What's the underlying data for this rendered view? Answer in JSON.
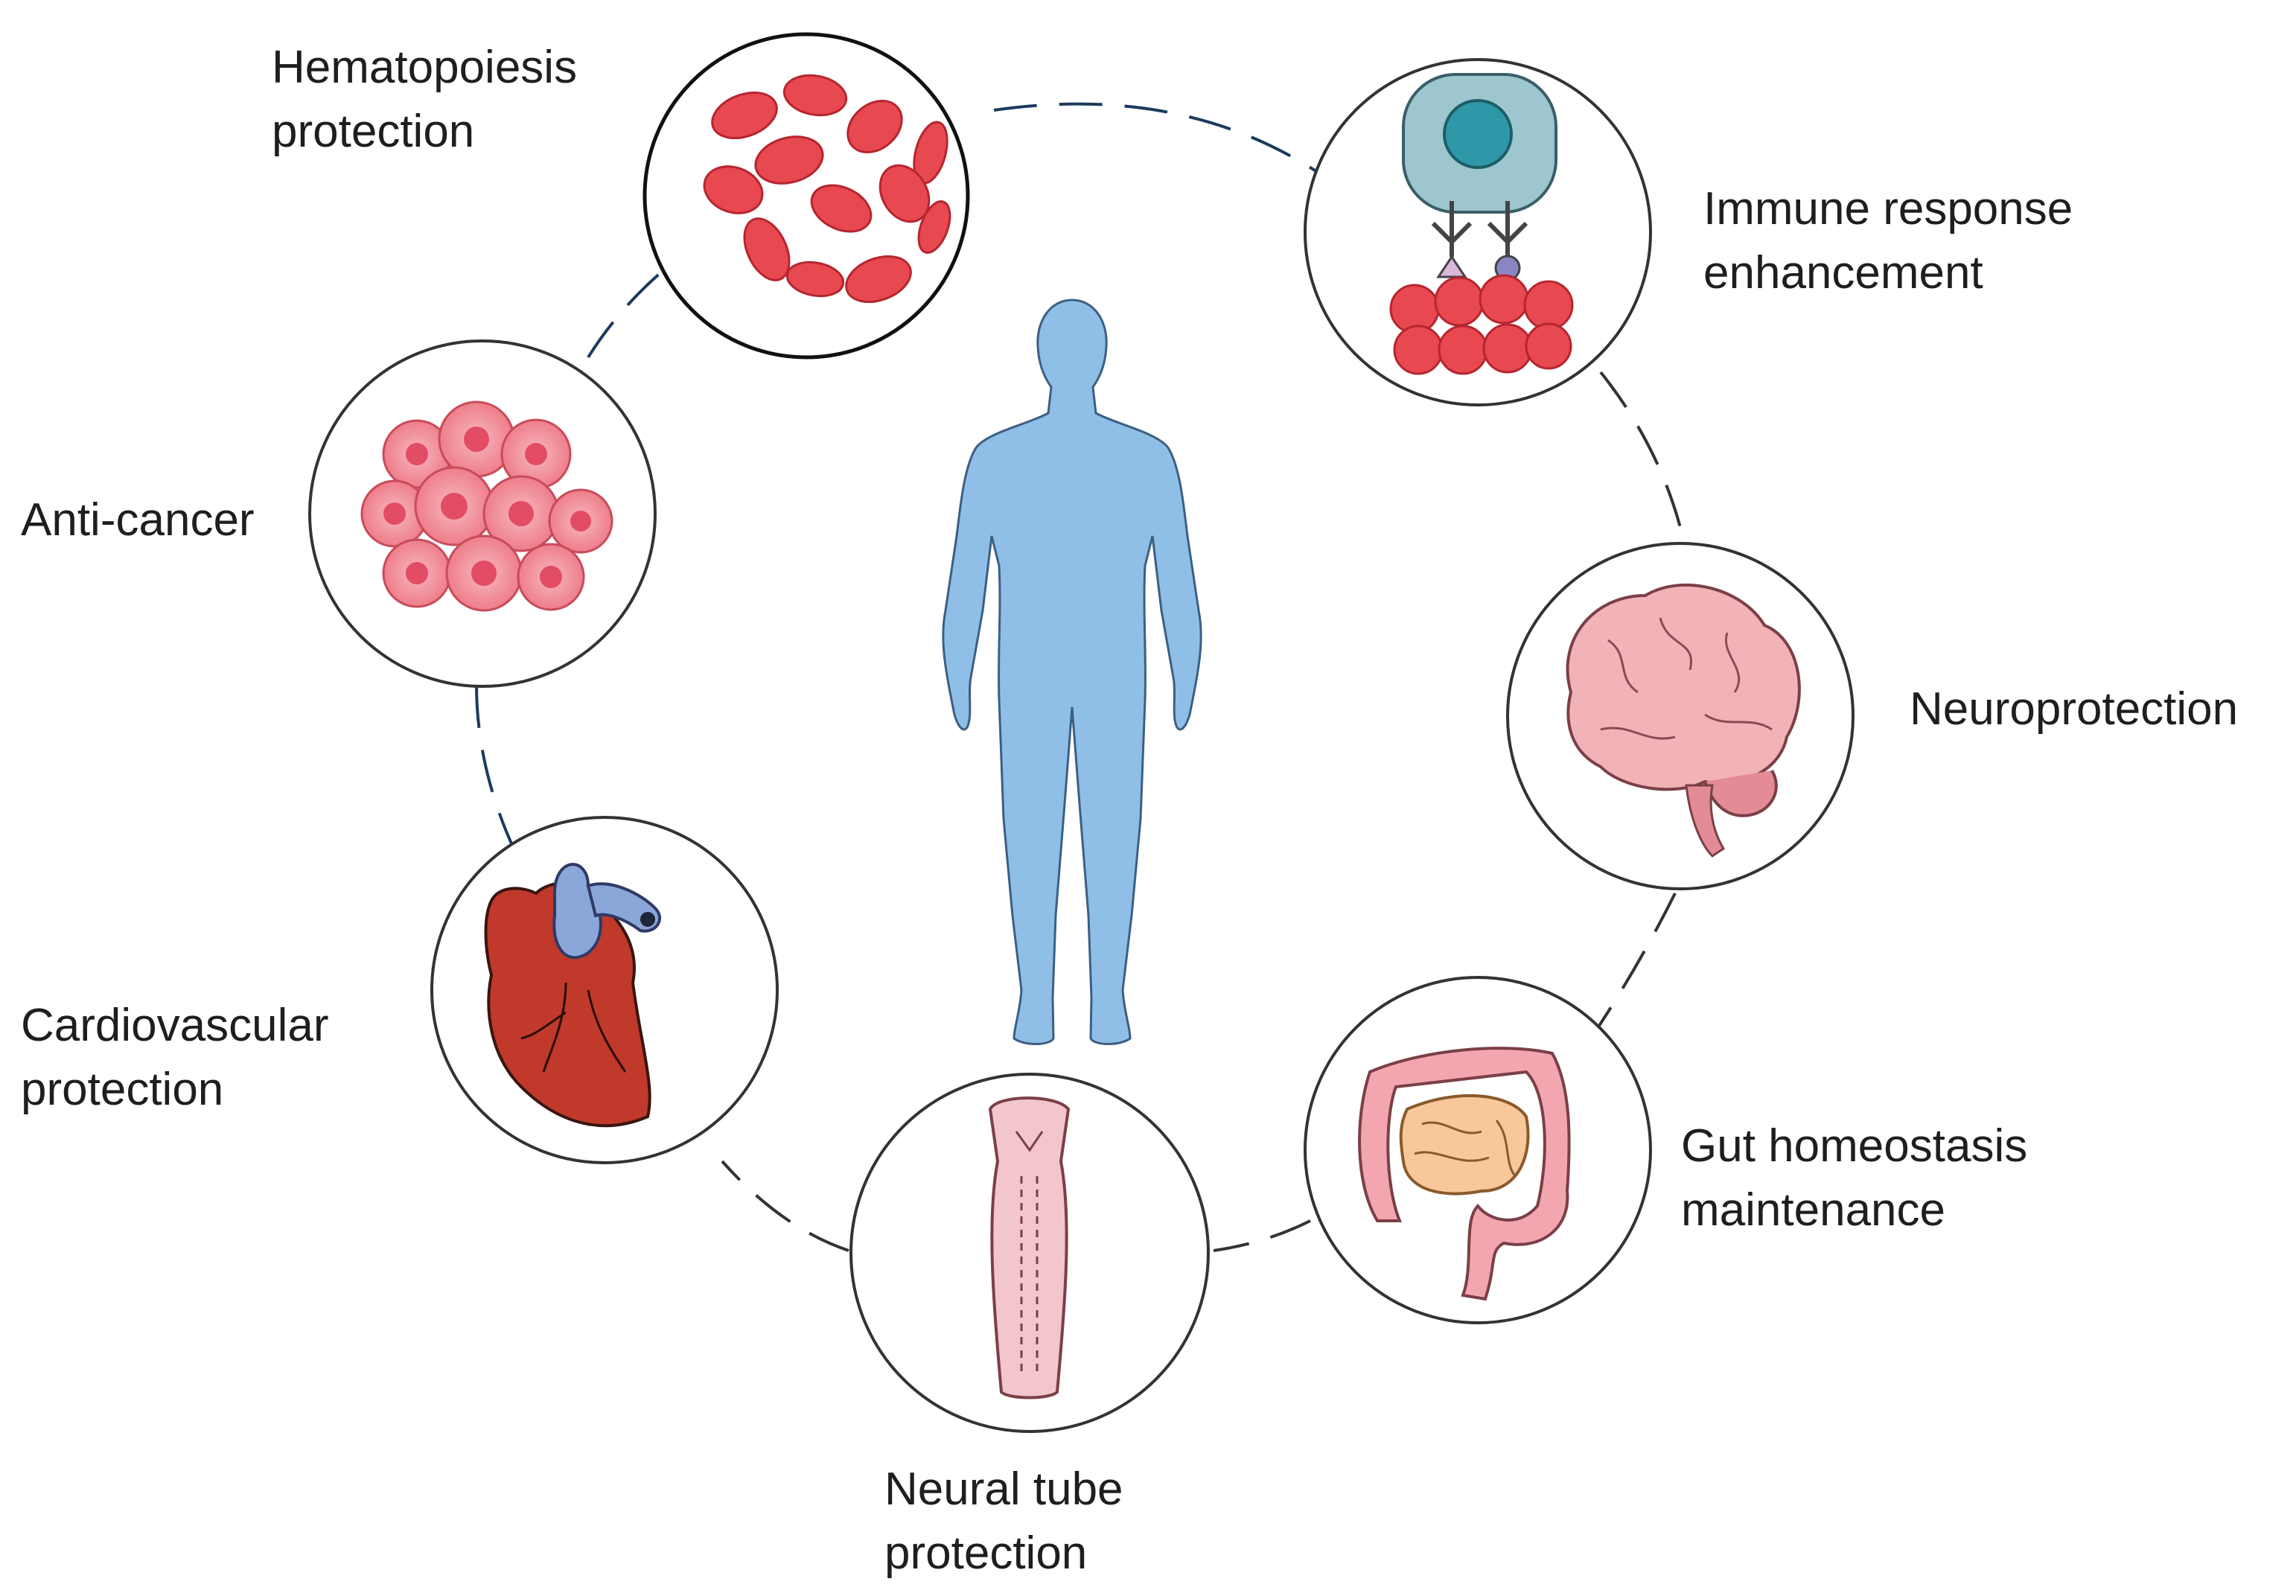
{
  "diagram": {
    "nodes": [
      {
        "id": "hematopoiesis",
        "label_lines": [
          "Hematopoiesis",
          "protection"
        ],
        "icon": "red-blood-cells-icon"
      },
      {
        "id": "immune",
        "label_lines": [
          "Immune response",
          "enhancement"
        ],
        "icon": "immune-cell-icon"
      },
      {
        "id": "neuro",
        "label_lines": [
          "Neuroprotection"
        ],
        "icon": "brain-icon"
      },
      {
        "id": "gut",
        "label_lines": [
          "Gut homeostasis",
          "maintenance"
        ],
        "icon": "intestine-icon"
      },
      {
        "id": "neural-tube",
        "label_lines": [
          "Neural tube",
          "protection"
        ],
        "icon": "neural-tube-icon"
      },
      {
        "id": "cardio",
        "label_lines": [
          "Cardiovascular",
          "protection"
        ],
        "icon": "heart-icon"
      },
      {
        "id": "cancer",
        "label_lines": [
          "Anti-cancer"
        ],
        "icon": "cancer-cells-icon"
      }
    ],
    "center_icon": "human-body-icon",
    "colors": {
      "body": "#8fbfe6",
      "blood_cell": "#e8484f",
      "cancer_cell": "#f08a96",
      "heart": "#c0392b",
      "brain": "#f2b3b8",
      "gut": "#f4a6b0",
      "immune_cell": "#9dc6cf",
      "ring_dark": "#1c3a5e"
    }
  }
}
